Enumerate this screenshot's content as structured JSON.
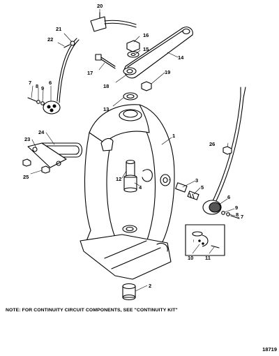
{
  "callouts": {
    "c1": "1",
    "c2": "2",
    "c3": "3",
    "c4": "4",
    "c5": "5",
    "c6a": "6",
    "c6b": "6",
    "c7a": "7",
    "c7b": "7",
    "c8a": "8",
    "c8b": "8",
    "c9a": "9",
    "c9b": "9",
    "c10": "10",
    "c11": "11",
    "c12": "12",
    "c13": "13",
    "c14": "14",
    "c15": "15",
    "c16": "16",
    "c17": "17",
    "c18": "18",
    "c19": "19",
    "c20": "20",
    "c21": "21",
    "c22": "22",
    "c23": "23",
    "c24": "24",
    "c25": "25",
    "c26": "26"
  },
  "note": "NOTE:  FOR CONTINUITY CIRCUIT COMPONENTS, SEE \"CONTINUITY KIT\"",
  "figure_number": "18719"
}
